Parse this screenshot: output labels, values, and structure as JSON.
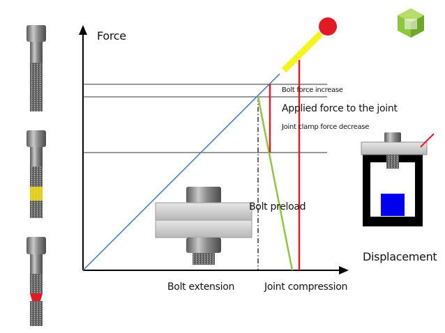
{
  "labels": {
    "force_axis": "Force",
    "displacement_axis": "Displacement",
    "bolt_extension": "Bolt extension",
    "joint_compression": "Joint compression",
    "bolt_preload": "Bolt preload",
    "bolt_force_increase": "Bolt force increase",
    "applied_force": "Applied force to the joint",
    "joint_clamp_force_decrease": "Joint clamp force decrease"
  },
  "colors": {
    "bolt_line": "#3a78b8",
    "joint_line": "#8dc63f",
    "force_marker": "#e01b24",
    "highlight": "#f7f31e",
    "fixture_block": "#0000ee",
    "logo": "#8dc63f"
  },
  "icons": [
    "bolt-icon",
    "bolt-yellow-thread-icon",
    "bolt-red-neck-icon",
    "joint-assembly-icon",
    "clamp-fixture-icon",
    "logo-icon"
  ]
}
